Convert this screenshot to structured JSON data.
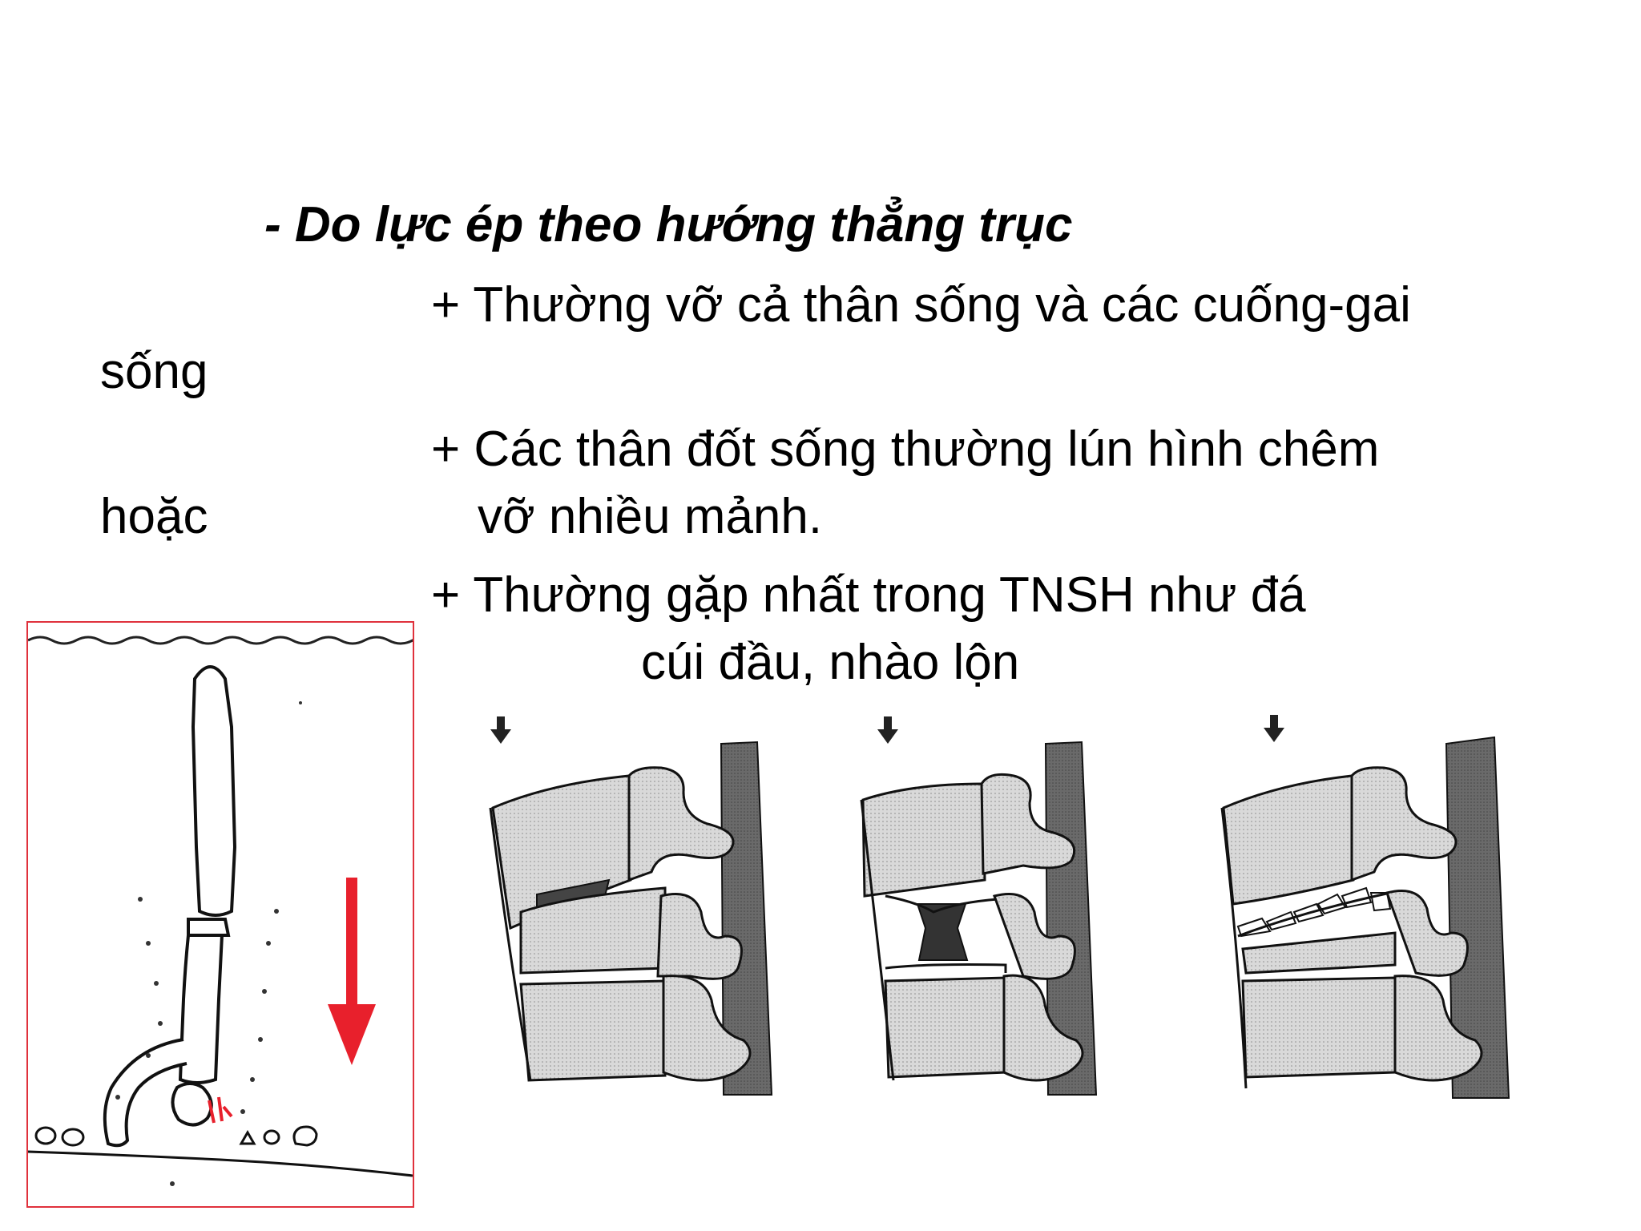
{
  "slide": {
    "heading": "- Do lực ép theo hướng thẳng trục",
    "bullet1": {
      "line1": "+ Thường vỡ cả thân sống và các cuống-gai",
      "line2": "sống"
    },
    "bullet2": {
      "line1": "+ Các thân đốt sống thường lún hình chêm",
      "wrap_left": "hoặc",
      "wrap_right": "vỡ nhiều mảnh."
    },
    "bullet3": {
      "line1": "+ Thường gặp nhất trong TNSH như đá",
      "line2": "cúi đầu, nhào lộn"
    }
  },
  "figures": {
    "diver_illustration": {
      "border_color": "#e0313c",
      "arrow_color": "#e8202c",
      "description_icon": "diver-headfirst-impact"
    },
    "spine_diagrams": [
      {
        "icon": "wedge-compression-fracture"
      },
      {
        "icon": "central-burst-fracture"
      },
      {
        "icon": "comminuted-fracture"
      }
    ]
  }
}
